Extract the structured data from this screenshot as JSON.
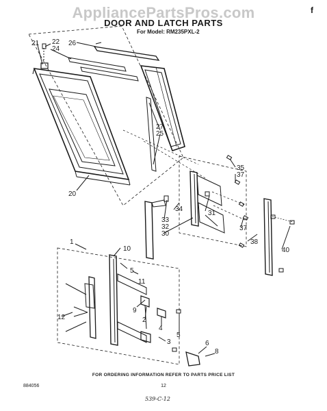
{
  "watermark": "AppliancePartsPros.com",
  "title": "DOOR AND LATCH PARTS",
  "subtitle": "For Model: RM235PXL-2",
  "corner_mark": "f",
  "footer": {
    "note": "FOR ORDERING INFORMATION REFER TO PARTS PRICE LIST",
    "doc_number": "884056",
    "page_number": "12",
    "handwritten": "539-C-12"
  },
  "callouts": {
    "c21": "21",
    "c22": "22",
    "c24": "24",
    "c26": "26",
    "c27": "27",
    "c25": "25",
    "c20": "20",
    "c35": "35",
    "c37a": "37",
    "c34": "34",
    "c33": "33",
    "c32": "32",
    "c30": "30",
    "c31": "31",
    "c37b": "37",
    "c38": "38",
    "c40": "40",
    "c1": "1",
    "c10": "10",
    "c5a": "5",
    "c11": "11",
    "c12": "12",
    "c9": "9",
    "c2": "2",
    "c4": "4",
    "c5b": "5",
    "c6": "6",
    "c8": "8",
    "c3": "3"
  }
}
